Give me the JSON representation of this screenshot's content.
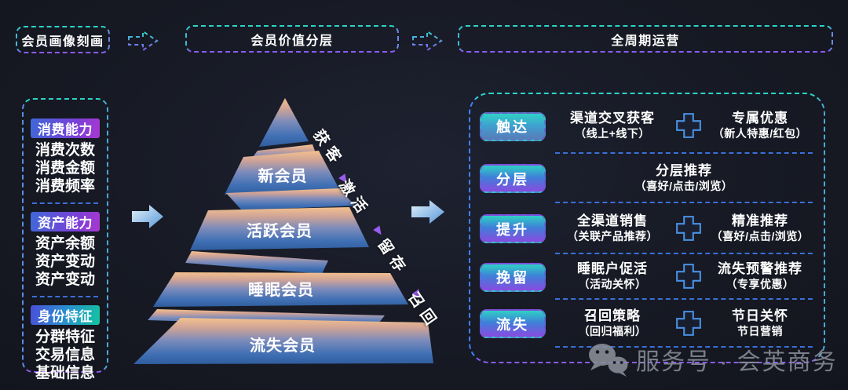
{
  "header": {
    "steps": [
      "会员画像刻画",
      "会员价值分层",
      "全周期运营"
    ]
  },
  "profile_panel": {
    "groups": [
      {
        "title": "消费能力",
        "items": [
          "消费次数",
          "消费金额",
          "消费频率"
        ]
      },
      {
        "title": "资产能力",
        "items": [
          "资产余额",
          "资产变动",
          "资产变动"
        ]
      },
      {
        "title": "身份特征",
        "items": [
          "分群特征",
          "交易信息",
          "基础信息"
        ]
      }
    ]
  },
  "pyramid": {
    "levels": [
      "新会员",
      "活跃会员",
      "睡眠会员",
      "流失会员"
    ],
    "stages": [
      "获客",
      "激活",
      "留存",
      "召回"
    ]
  },
  "lifecycle": {
    "rows": [
      {
        "tag": "触达",
        "left_title": "渠道交叉获客",
        "left_sub": "（线上+线下）",
        "right_title": "专属优惠",
        "right_sub": "（新人特惠/红包）"
      },
      {
        "tag": "分层",
        "center_title": "分层推荐",
        "center_sub": "（喜好/点击/浏览）"
      },
      {
        "tag": "提升",
        "left_title": "全渠道销售",
        "left_sub": "（关联产品推荐）",
        "right_title": "精准推荐",
        "right_sub": "（喜好/点击/浏览）"
      },
      {
        "tag": "挽留",
        "left_title": "睡眠户促活",
        "left_sub": "（活动关怀）",
        "right_title": "流失预警推荐",
        "right_sub": "（专享优惠）"
      },
      {
        "tag": "流失",
        "left_title": "召回策略",
        "left_sub": "（回归福利）",
        "right_title": "节日关怀",
        "right_sub": "节日营销"
      }
    ]
  },
  "watermark": {
    "text": "服务号 · 会英商务"
  },
  "colors": {
    "background": "#171a24",
    "teal": "#2bd4c8",
    "blue": "#3b82f6",
    "purple": "#8b5cf6",
    "band_top": "#f4c18d",
    "band_bottom": "#2f5d9e"
  }
}
